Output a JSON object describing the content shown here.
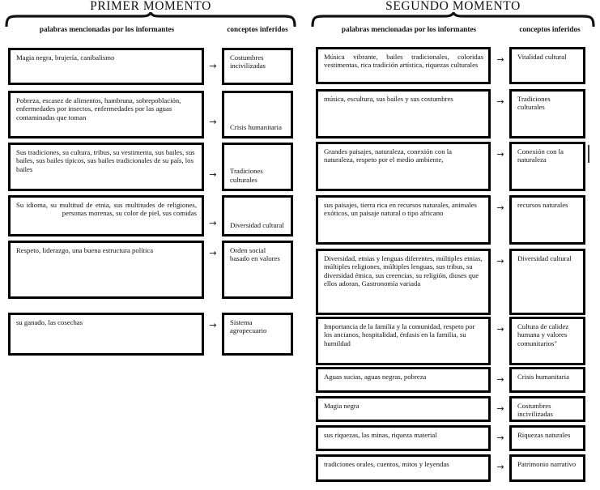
{
  "columns": [
    {
      "id": "primer",
      "title": "PRIMER MOMENTO",
      "header_words": "palabras mencionadas por los informantes",
      "header_concepts": "conceptos inferidos",
      "arrow_glyph": "→",
      "rows": [
        {
          "words": "Magia negra, brujería, canibalismo",
          "concept": "Costumbres incivilizadas"
        },
        {
          "words": "Pobreza, escasez de alimentos, hambruna, sobrepoblación, enfermedades por insectos, enfermedades por las aguas contaminadas que toman",
          "concept": "Crisis humanitaria"
        },
        {
          "words": "Sus tradiciones, su cultura, tribus, su vestimenta, sus bailes, sus bailes, sus bailes típicos, sus bailes tradicionales de su país, los bailes",
          "concept": "Tradiciones culturales"
        },
        {
          "words": "Su idioma, su multitud de etnia, sus multitudes de religiones, personas morenas, su color de piel, sus comidas",
          "concept": "Diversidad cultural"
        },
        {
          "words": "Respeto, liderazgo, una buena estructura política",
          "concept": "Orden social basado en valores"
        },
        {
          "words": "su ganado, las cosechas",
          "concept": "Sistema agropecuario"
        }
      ]
    },
    {
      "id": "segundo",
      "title": "SEGUNDO MOMENTO",
      "header_words": "palabras mencionadas por los informantes",
      "header_concepts": "conceptos inferidos",
      "arrow_glyph": "→",
      "rows": [
        {
          "words": "Música vibrante, bailes tradicionales, coloridas vestimentas, rica tradición artística, riquezas culturales",
          "concept": "Vitalidad cultural"
        },
        {
          "words": "música, escultura, sus bailes y sus costumbres",
          "concept": "Tradiciones culturales"
        },
        {
          "words": "Grandes paisajes, naturaleza, conexión con la naturaleza, respeto por el medio ambiente,",
          "concept": "Conexión con la naturaleza"
        },
        {
          "words": "sus paisajes, tierra rica en recursos naturales, animales exóticos, un paisaje natural o tipo africano",
          "concept": "recursos naturales"
        },
        {
          "words": "Diversidad, etnias y lenguas diferentes, múltiples etnias, múltiples religiones, múltiples lenguas, sus tribus, su diversidad étnica, sus creencias, su religión, dioses que ellos adoran, Gastronomía variada",
          "concept": "Diversidad cultural"
        },
        {
          "words": "Importancia de la familia y la comunidad, respeto por los ancianos, hospitalidad, énfasis en la familia, su humildad",
          "concept": "Cultura de calidez humana y valores comunitarios\""
        },
        {
          "words": "Aguas sucias, aguas negras, pobreza",
          "concept": "Crisis humanitaria"
        },
        {
          "words": "Magia negra",
          "concept": "Costumbres incivilizadas"
        },
        {
          "words": "sus riquezas, las minas, riqueza material",
          "concept": "Riquezas naturales"
        },
        {
          "words": "tradiciones orales, cuentos, mitos y leyendas",
          "concept": "Patrimonio narrativo"
        }
      ]
    }
  ],
  "colors": {
    "ink": "#111111",
    "background": "#ffffff",
    "border": "#000000"
  }
}
